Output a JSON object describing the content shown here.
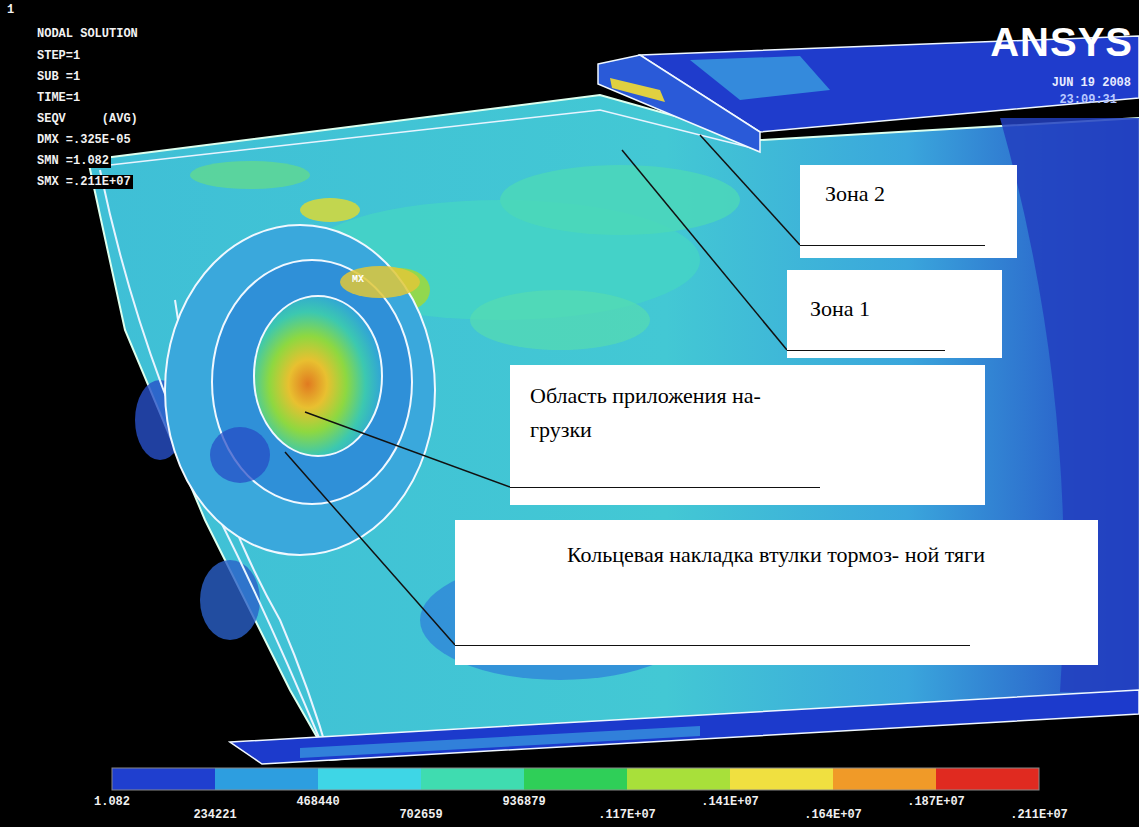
{
  "diagram": {
    "nodes": [
      {
        "text": [
          "Зона 2"
        ]
      },
      {
        "text": [
          "Зона 1"
        ]
      },
      {
        "text": [
          "Область приложения на- грузки"
        ]
      },
      {
        "text": [
          "Кольцевая накладка втулки тормоз- ной тяги"
        ]
      }
    ],
    "labels": [
      "1",
      "NODAL SOLUTION",
      "STEP=1",
      "SUB =1",
      "TIME=1",
      "SEQV     (AVG)",
      "DMX =.325E-05",
      "SMN =1.082",
      "SMX =.211E+07",
      "MX",
      "ANSYS",
      "JUN 19 2008",
      "23:09:31",
      "1.082",
      "234221",
      "468440",
      "702659",
      "936879",
      ".117E+07",
      ".141E+07",
      ".164E+07",
      ".187E+07",
      ".211E+07"
    ]
  }
}
